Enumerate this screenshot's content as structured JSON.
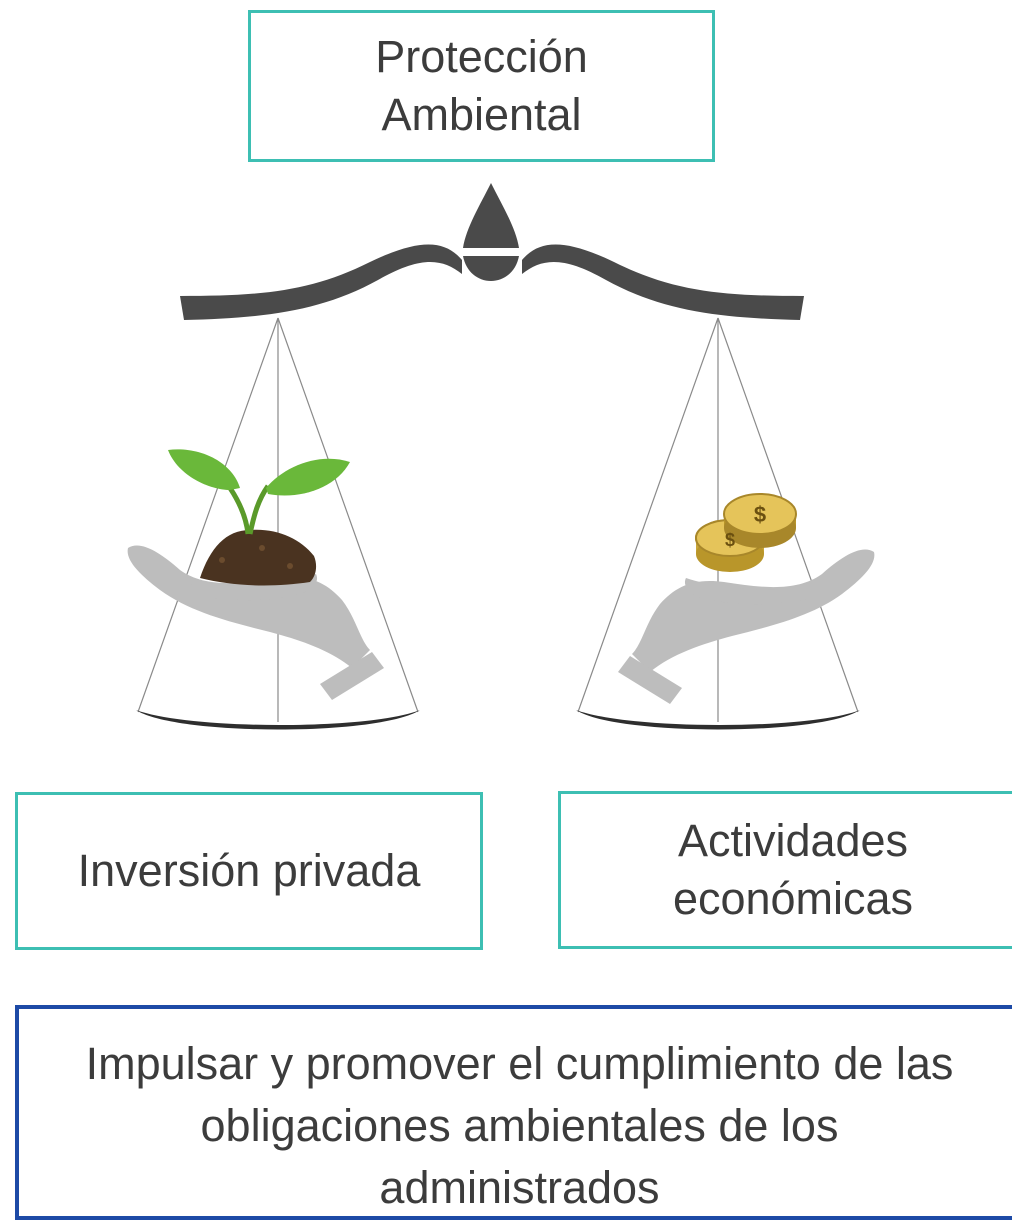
{
  "top_label": {
    "line1": "Protección",
    "line2": "Ambiental"
  },
  "left_label": "Inversión privada",
  "right_label": {
    "line1": "Actividades",
    "line2": "económicas"
  },
  "bottom_text": {
    "line1": "Impulsar y promover el cumplimiento de las",
    "line2": "obligaciones ambientales de los",
    "line3": "administrados"
  },
  "colors": {
    "teal_border": "#3dbfb3",
    "blue_border": "#1d4aa6",
    "beam": "#4a4a4a",
    "hand": "#bdbdbd",
    "leaf": "#6ab83a",
    "soil": "#4a3320",
    "coin": "#d9b84a"
  },
  "icons": [
    "balance-scale-icon",
    "plant-seedling-icon",
    "coins-icon",
    "open-hand-icon"
  ]
}
